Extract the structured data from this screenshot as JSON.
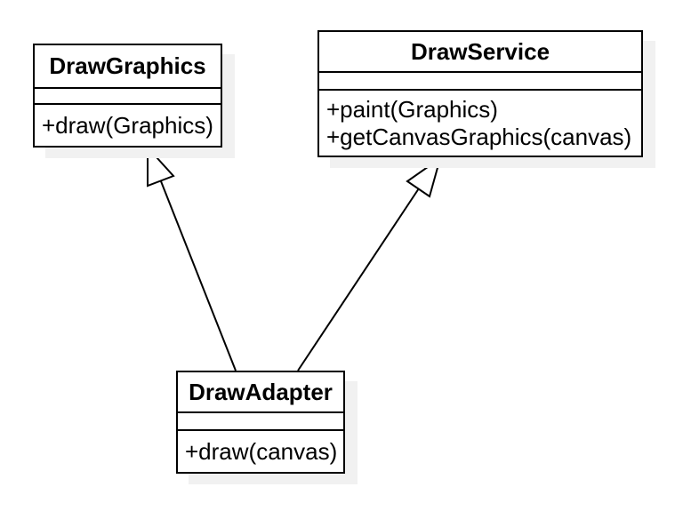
{
  "diagram": {
    "type": "uml-class-diagram",
    "background_color": "#ffffff",
    "stroke_color": "#000000",
    "shape_fill_color": "#ffffff",
    "shadow_color": "#f1f1f1",
    "classes": [
      {
        "name": "DrawGraphics",
        "attributes": [],
        "methods": [
          "+draw(Graphics)"
        ]
      },
      {
        "name": "DrawService",
        "attributes": [],
        "methods": [
          "+paint(Graphics)",
          "+getCanvasGraphics(canvas)"
        ]
      },
      {
        "name": "DrawAdapter",
        "attributes": [],
        "methods": [
          "+draw(canvas)"
        ]
      }
    ],
    "relations": [
      {
        "type": "generalization",
        "arrowhead": "hollow-triangle",
        "from": "DrawAdapter",
        "to": "DrawGraphics"
      },
      {
        "type": "generalization",
        "arrowhead": "hollow-triangle",
        "from": "DrawAdapter",
        "to": "DrawService"
      }
    ]
  }
}
